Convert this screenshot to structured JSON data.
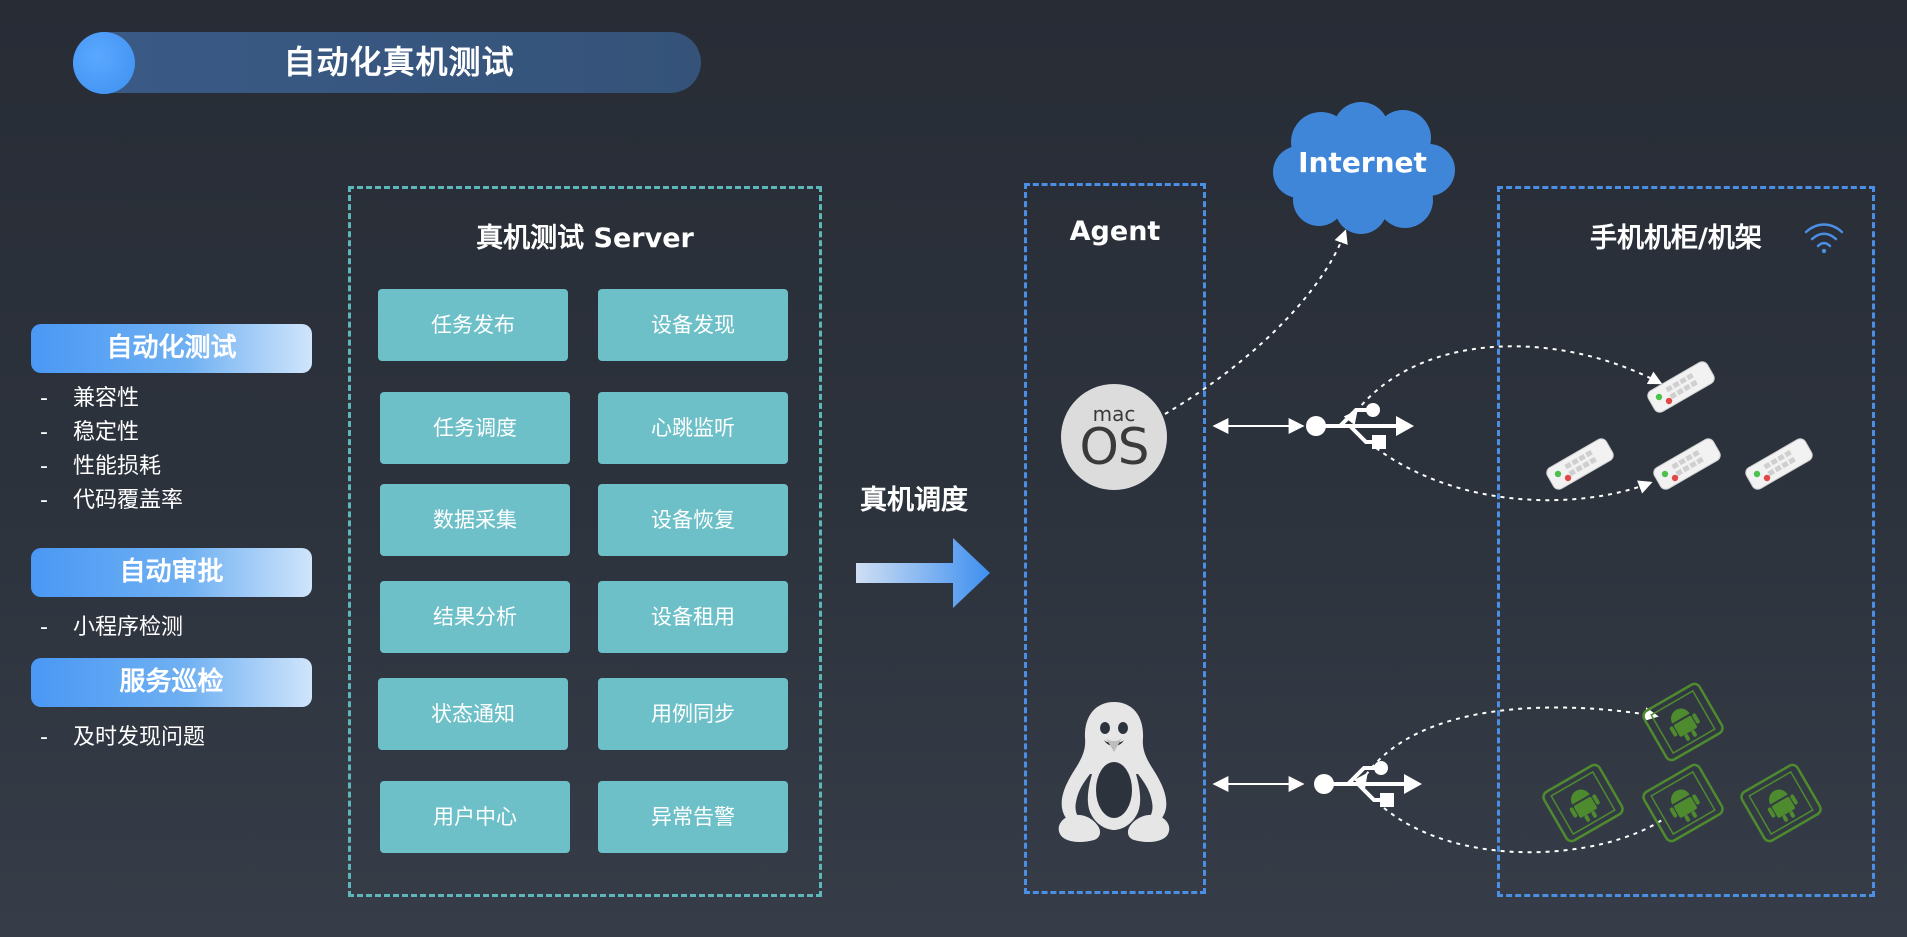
{
  "title": "自动化真机测试",
  "categories": [
    {
      "label": "自动化测试",
      "items": [
        "兼容性",
        "稳定性",
        "性能损耗",
        "代码覆盖率"
      ]
    },
    {
      "label": "自动审批",
      "items": [
        "小程序检测"
      ]
    },
    {
      "label": "服务巡检",
      "items": [
        "及时发现问题"
      ]
    }
  ],
  "dash": "-",
  "server": {
    "title": "真机测试 Server",
    "modules": [
      "任务发布",
      "设备发现",
      "任务调度",
      "心跳监听",
      "数据采集",
      "设备恢复",
      "结果分析",
      "设备租用",
      "状态通知",
      "用例同步",
      "用户中心",
      "异常告警"
    ]
  },
  "dispatch_label": "真机调度",
  "agent": {
    "title": "Agent",
    "macos_small": "mac",
    "macos_big": "OS"
  },
  "internet_label": "Internet",
  "rack": {
    "title": "手机机柜/机架"
  },
  "icons": [
    "macos-logo-icon",
    "linux-tux-icon",
    "usb-icon",
    "iphone-icon",
    "android-phone-icon",
    "wifi-icon",
    "cloud-icon"
  ],
  "colors": {
    "module_fill": "#6ec0c8",
    "server_border": "#5fb6b9",
    "agent_border": "#4a8fe3",
    "android_green": "#4e8a2e",
    "accent_blue": "#3e8ff0"
  }
}
